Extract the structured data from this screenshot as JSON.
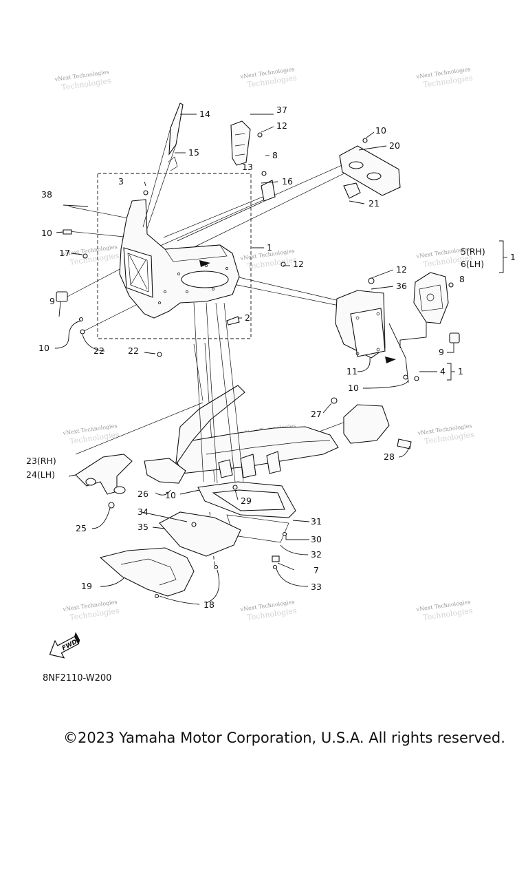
{
  "diagram": {
    "callouts": {
      "c14": "14",
      "c37": "37",
      "c12a": "12",
      "c15": "15",
      "c10a": "10",
      "c20": "20",
      "c8a": "8",
      "c13": "13",
      "c3": "3",
      "c16": "16",
      "c38": "38",
      "c21": "21",
      "c10b": "10",
      "c1a": "1",
      "c17": "17",
      "c12b": "12",
      "c5": "5(RH)",
      "c6": "6(LH)",
      "c1b": "1",
      "c12c": "12",
      "c36": "36",
      "c8b": "8",
      "c9a": "9",
      "c2": "2",
      "c10c": "10",
      "c22a": "22",
      "c22b": "22",
      "c9b": "9",
      "c11": "11",
      "c4": "4",
      "c1c": "1",
      "c10d": "10",
      "c27": "27",
      "c23": "23(RH)",
      "c24": "24(LH)",
      "c28": "28",
      "c26": "26",
      "c10e": "10",
      "c29": "29",
      "c34": "34",
      "c31": "31",
      "c25": "25",
      "c35": "35",
      "c30": "30",
      "c32": "32",
      "c7": "7",
      "c19": "19",
      "c33": "33",
      "c18": "18"
    },
    "watermark": {
      "line1": "vNext Technologies",
      "line2": "Technologies"
    },
    "fwd_label": "FWD",
    "drawing_code": "8NF2110-W200"
  },
  "footer": {
    "copyright": "©2023 Yamaha Motor Corporation, U.S.A. All rights reserved."
  },
  "colors": {
    "ink": "#111111",
    "watermark": "#9a9a9a"
  }
}
